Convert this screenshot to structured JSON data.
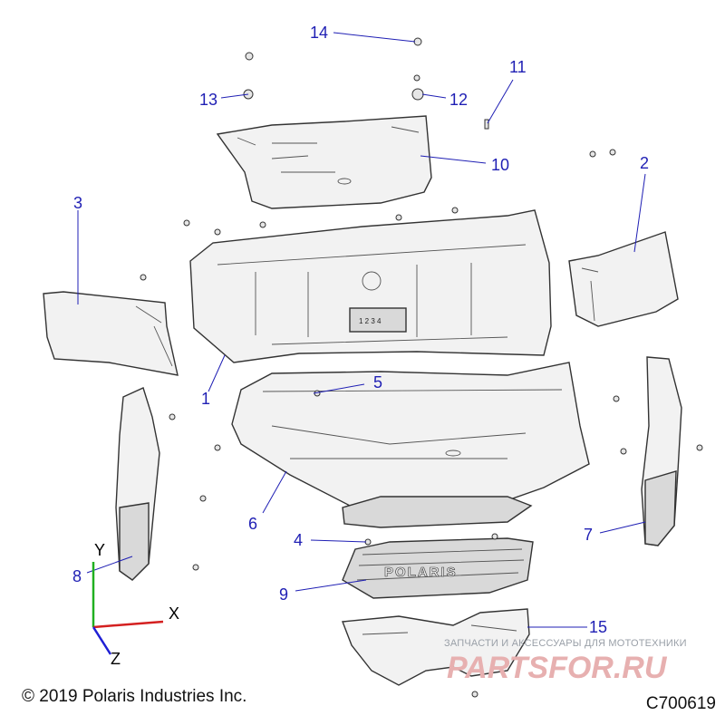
{
  "callouts": [
    {
      "id": "1",
      "label": "1"
    },
    {
      "id": "2",
      "label": "2"
    },
    {
      "id": "3",
      "label": "3"
    },
    {
      "id": "4",
      "label": "4"
    },
    {
      "id": "5",
      "label": "5"
    },
    {
      "id": "6",
      "label": "6"
    },
    {
      "id": "7",
      "label": "7"
    },
    {
      "id": "8",
      "label": "8"
    },
    {
      "id": "9",
      "label": "9"
    },
    {
      "id": "10",
      "label": "10"
    },
    {
      "id": "11",
      "label": "11"
    },
    {
      "id": "12",
      "label": "12"
    },
    {
      "id": "13",
      "label": "13"
    },
    {
      "id": "14",
      "label": "14"
    },
    {
      "id": "15",
      "label": "15"
    }
  ],
  "axes": {
    "x": "X",
    "y": "Y",
    "z": "Z",
    "x_color": "#d42020",
    "y_color": "#20b020",
    "z_color": "#1f1fd4"
  },
  "bezel_numbers": "1 2 3 4",
  "grille_logo": "POLARIS",
  "footer": {
    "copyright": "© 2019 Polaris Industries Inc.",
    "figure_id": "C700619"
  },
  "watermark": {
    "line1": "ЗАПЧАСТИ И АКСЕССУАРЫ ДЛЯ МОТОТЕХНИКИ",
    "line2": "PARTSFOR.RU"
  },
  "colors": {
    "callout": "#1f1fb4",
    "part_fill": "#f2f2f2",
    "part_stroke": "#333333"
  }
}
